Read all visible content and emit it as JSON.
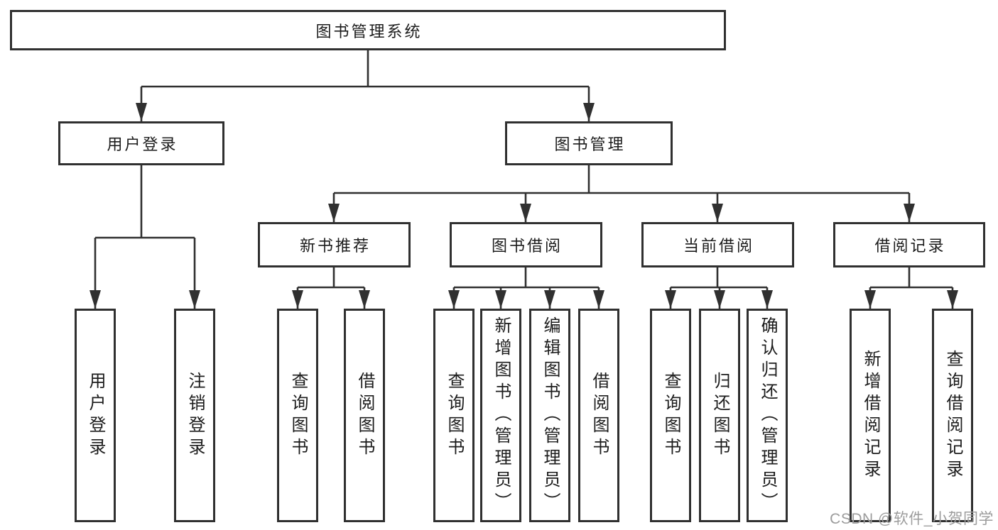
{
  "diagram": {
    "root": {
      "label": "图书管理系统"
    },
    "user_login": {
      "label": "用户登录",
      "children": [
        {
          "label": "用户登录"
        },
        {
          "label": "注销登录"
        }
      ]
    },
    "book_mgmt": {
      "label": "图书管理",
      "sections": [
        {
          "label": "新书推荐",
          "children": [
            {
              "label": "查询图书"
            },
            {
              "label": "借阅图书"
            }
          ]
        },
        {
          "label": "图书借阅",
          "children": [
            {
              "label": "查询图书"
            },
            {
              "label": "新增图书（管理员）"
            },
            {
              "label": "编辑图书（管理员）"
            },
            {
              "label": "借阅图书"
            }
          ]
        },
        {
          "label": "当前借阅",
          "children": [
            {
              "label": "查询图书"
            },
            {
              "label": "归还图书"
            },
            {
              "label": "确认归还（管理员）"
            }
          ]
        },
        {
          "label": "借阅记录",
          "children": [
            {
              "label": "新增借阅记录"
            },
            {
              "label": "查询借阅记录"
            }
          ]
        }
      ]
    }
  },
  "watermark": {
    "text": "CSDN @软件_小贺同学"
  },
  "colors": {
    "line": "#303030",
    "text": "#1c1c1c",
    "watermark": "#9c9c9c",
    "background": "#ffffff"
  }
}
